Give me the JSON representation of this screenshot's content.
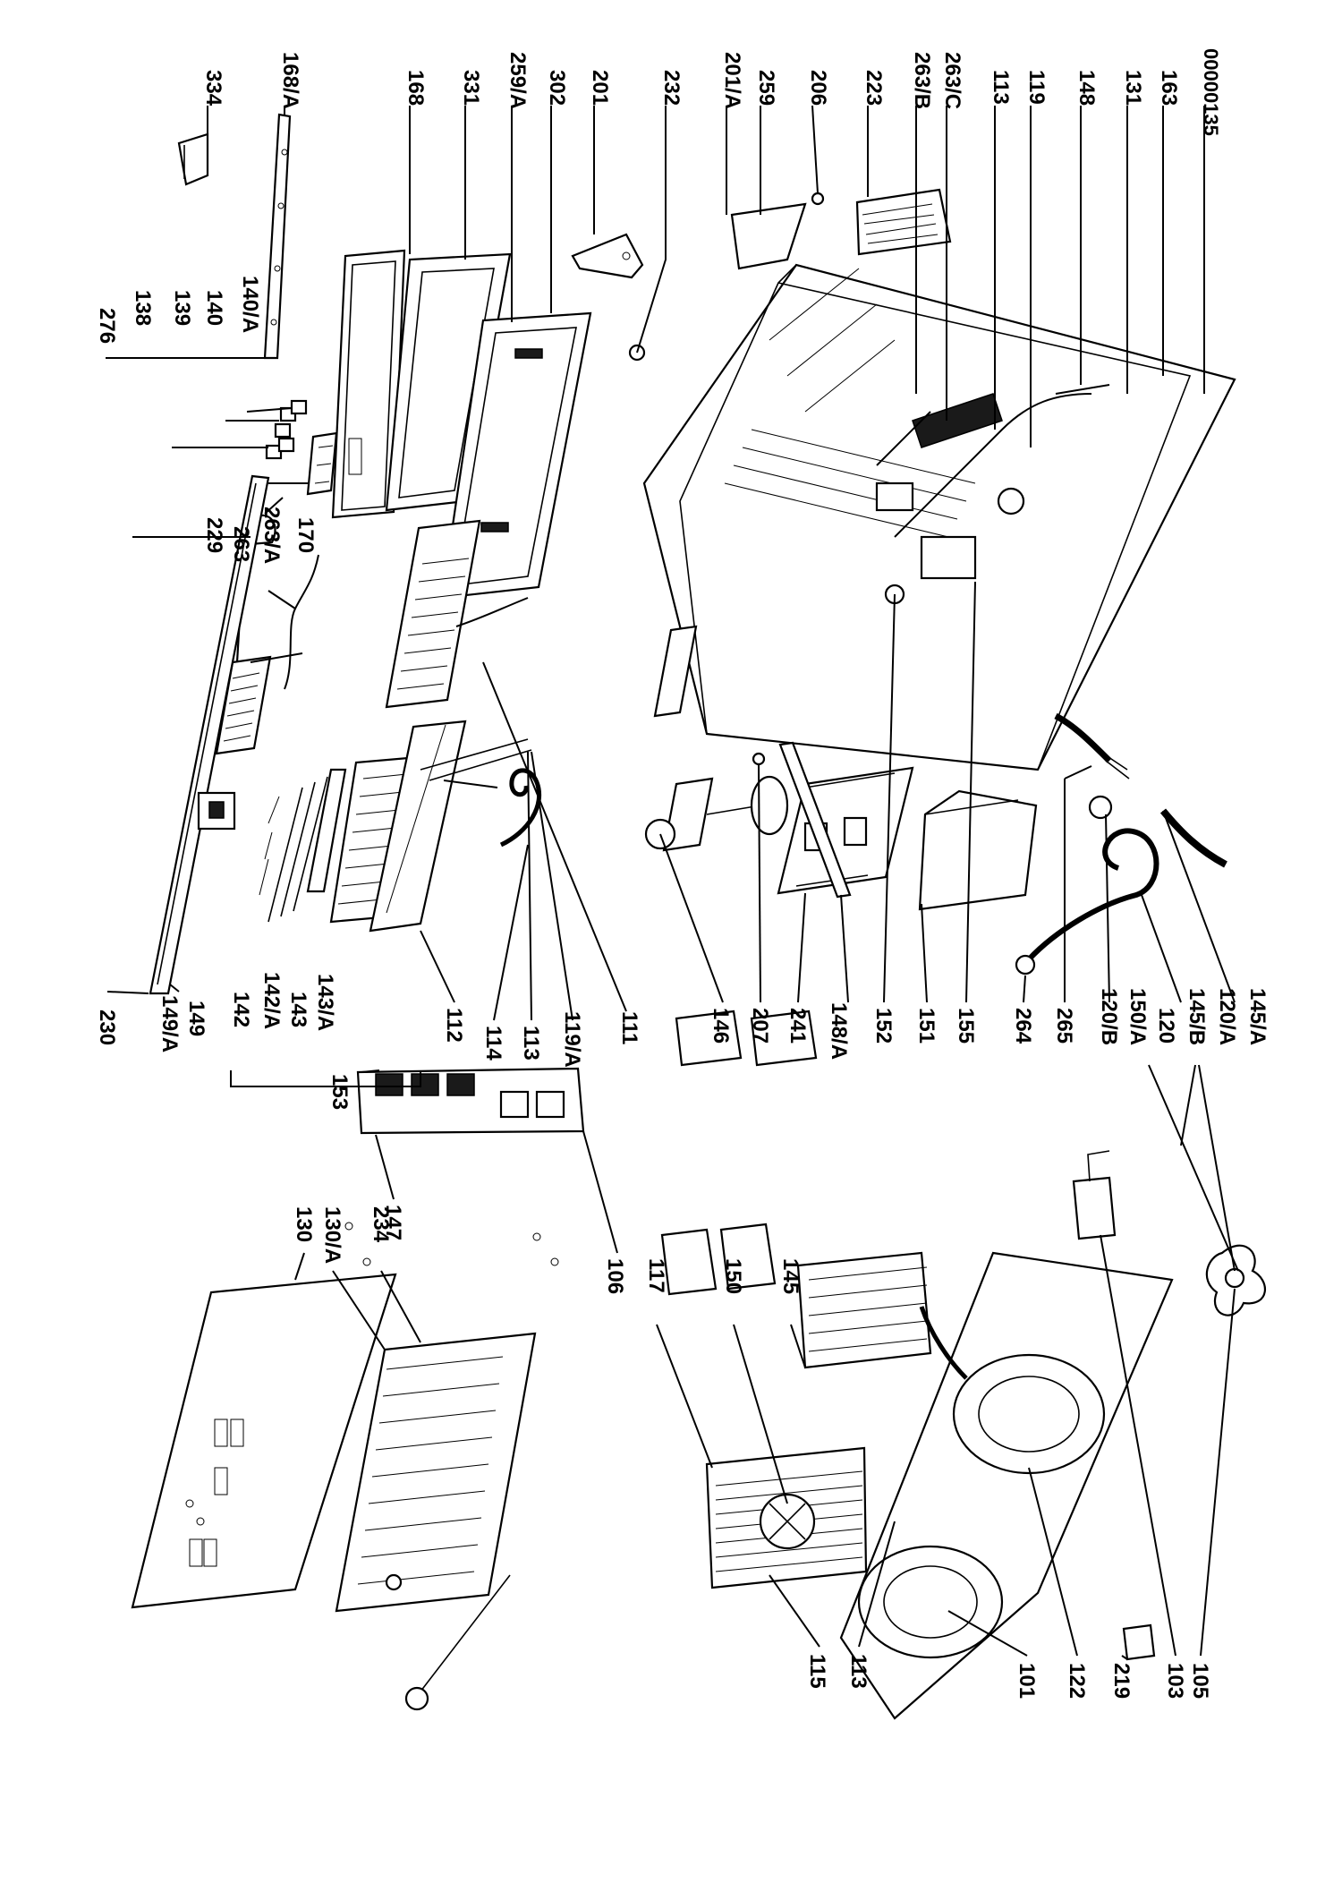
{
  "document_number": "00000135",
  "callouts": {
    "c334": "334",
    "c168A": "168/A",
    "c168": "168",
    "c331": "331",
    "c259A": "259/A",
    "c302": "302",
    "c201": "201",
    "c232": "232",
    "c201A": "201/A",
    "c259": "259",
    "c206": "206",
    "c223": "223",
    "c263B": "263/B",
    "c263C": "263/C",
    "c113top": "113",
    "c119": "119",
    "c148": "148",
    "c131": "131",
    "c163": "163",
    "c276": "276",
    "c138": "138",
    "c139": "139",
    "c140": "140",
    "c140A": "140/A",
    "c263A": "263/A",
    "c170": "170",
    "c229": "229",
    "c263": "263",
    "c230": "230",
    "c149A": "149/A",
    "c149": "149",
    "c142": "142",
    "c142A": "142/A",
    "c143": "143",
    "c143A": "143/A",
    "c112": "112",
    "c114": "114",
    "c113mid": "113",
    "c119A": "119/A",
    "c111": "111",
    "c146": "146",
    "c207": "207",
    "c241": "241",
    "c148A": "148/A",
    "c152": "152",
    "c151": "151",
    "c155": "155",
    "c264": "264",
    "c265": "265",
    "c120B": "120/B",
    "c150A": "150/A",
    "c120": "120",
    "c145B": "145/B",
    "c120A": "120/A",
    "c145A": "145/A",
    "c153": "153",
    "c130": "130",
    "c130A": "130/A",
    "c234": "234",
    "c147": "147",
    "c106": "106",
    "c117": "117",
    "c150": "150",
    "c145": "145",
    "c115": "115",
    "c113bot": "113",
    "c101": "101",
    "c122": "122",
    "c219": "219",
    "c103": "103",
    "c105": "105"
  }
}
